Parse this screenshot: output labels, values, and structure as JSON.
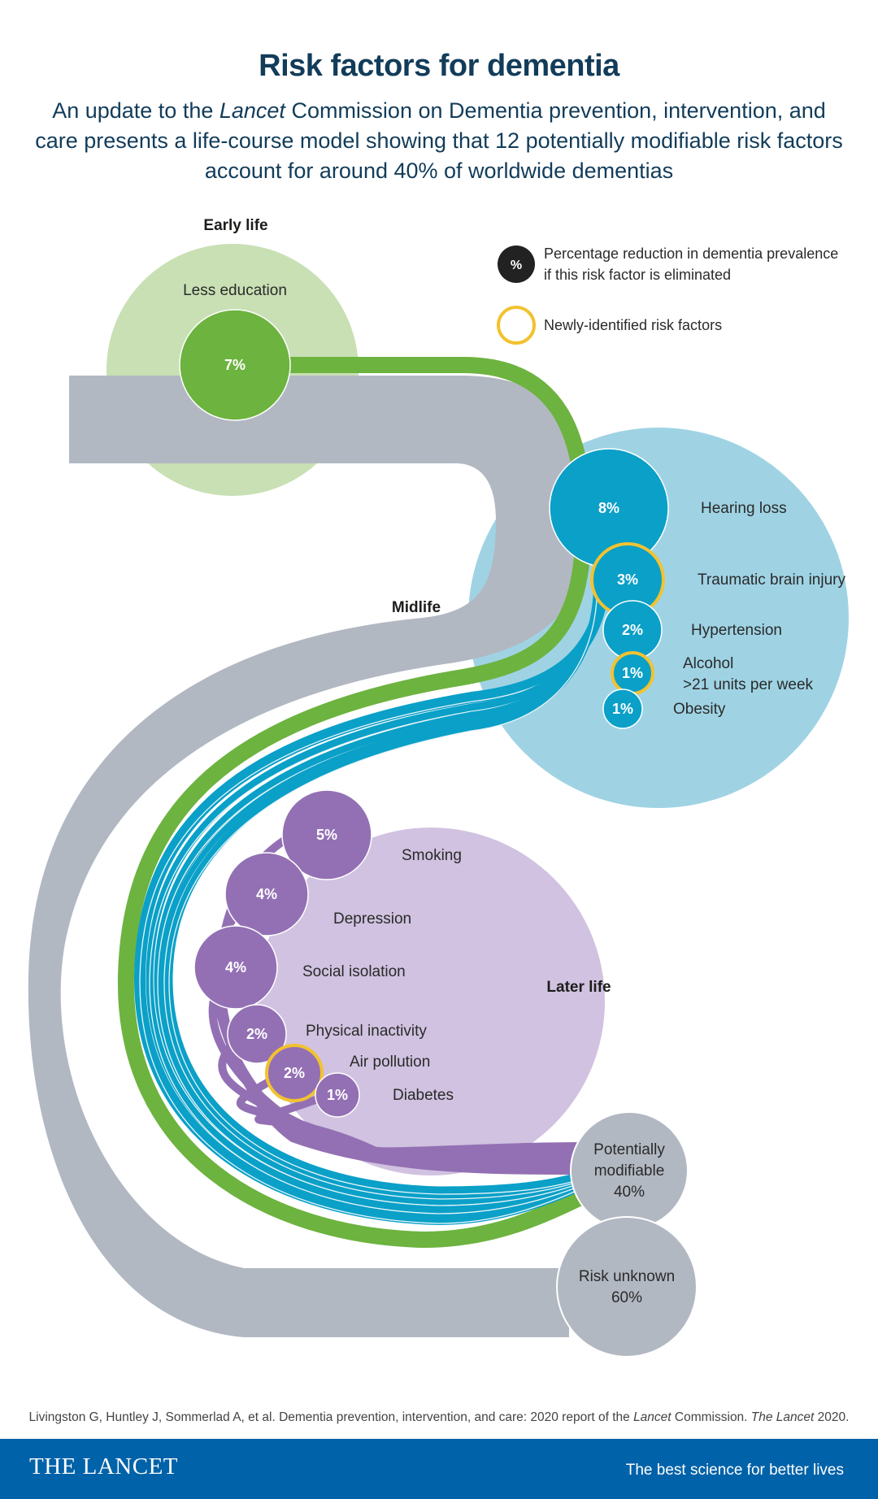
{
  "header": {
    "title": "Risk factors for dementia",
    "subtitle_part1": "An update to the ",
    "subtitle_italic": "Lancet",
    "subtitle_part2": " Commission on Dementia prevention, intervention, and care presents a life-course model showing that 12 potentially modifiable risk factors account for around 40% of worldwide dementias"
  },
  "legend": {
    "pct_symbol": "%",
    "pct_text_line1": "Percentage reduction in dementia prevalence",
    "pct_text_line2": "if this risk factor is eliminated",
    "new_text": "Newly-identified risk factors"
  },
  "colors": {
    "early_life_bg": "#c8e0b4",
    "early_life_factor": "#6db33f",
    "midlife_bg": "#9fd3e4",
    "midlife_factor": "#0aa0c8",
    "later_life_bg": "#d0c2e0",
    "later_life_factor": "#9370b4",
    "unknown_band": "#b2b8c2",
    "new_ring": "#f2c230",
    "legend_dark": "#222222",
    "footer_bg": "#0062a8",
    "title_color": "#123c5a"
  },
  "chart_data": {
    "type": "diagram",
    "title": "Risk factors for dementia",
    "stages": [
      {
        "name": "Early life",
        "factors": [
          {
            "name": "Less education",
            "percent": 7,
            "newly_identified": false
          }
        ]
      },
      {
        "name": "Midlife",
        "factors": [
          {
            "name": "Hearing loss",
            "percent": 8,
            "newly_identified": false
          },
          {
            "name": "Traumatic brain injury",
            "percent": 3,
            "newly_identified": true
          },
          {
            "name": "Hypertension",
            "percent": 2,
            "newly_identified": false
          },
          {
            "name": "Alcohol",
            "sublabel": ">21 units per week",
            "percent": 1,
            "newly_identified": true
          },
          {
            "name": "Obesity",
            "percent": 1,
            "newly_identified": false
          }
        ]
      },
      {
        "name": "Later life",
        "factors": [
          {
            "name": "Smoking",
            "percent": 5,
            "newly_identified": false
          },
          {
            "name": "Depression",
            "percent": 4,
            "newly_identified": false
          },
          {
            "name": "Social isolation",
            "percent": 4,
            "newly_identified": false
          },
          {
            "name": "Physical inactivity",
            "percent": 2,
            "newly_identified": false
          },
          {
            "name": "Air pollution",
            "percent": 2,
            "newly_identified": true
          },
          {
            "name": "Diabetes",
            "percent": 1,
            "newly_identified": false
          }
        ]
      }
    ],
    "outcomes": [
      {
        "line1": "Potentially",
        "line2": "modifiable",
        "percent_label": "40%",
        "percent": 40
      },
      {
        "line1": "Risk unknown",
        "line2": "",
        "percent_label": "60%",
        "percent": 60
      }
    ]
  },
  "citation": {
    "part1": "Livingston G, Huntley J, Sommerlad A, et al. Dementia prevention, intervention, and care: 2020 report of the ",
    "italic1": "Lancet",
    "part2": " Commission. ",
    "italic2": "The Lancet",
    "part3": " 2020."
  },
  "footer": {
    "brand": "THE LANCET",
    "tagline": "The best science for better lives"
  }
}
